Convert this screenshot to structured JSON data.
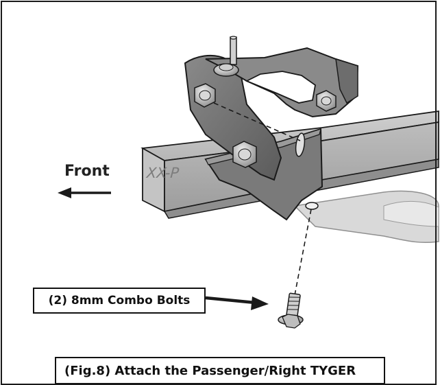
{
  "labels": {
    "front": "Front",
    "part_mark": "XX-P",
    "bolts": "(2) 8mm Combo Bolts",
    "caption": "(Fig.8) Attach the Passenger/Right TYGER"
  },
  "colors": {
    "outline": "#1a1a1a",
    "metal_dark": "#5a5a5a",
    "metal_mid": "#8c8c8c",
    "metal_light": "#bdbdbd",
    "frame_rail": "#a9a9a9"
  },
  "icons": [
    "left-arrow-icon",
    "right-arrow-icon",
    "bolt-icon"
  ]
}
